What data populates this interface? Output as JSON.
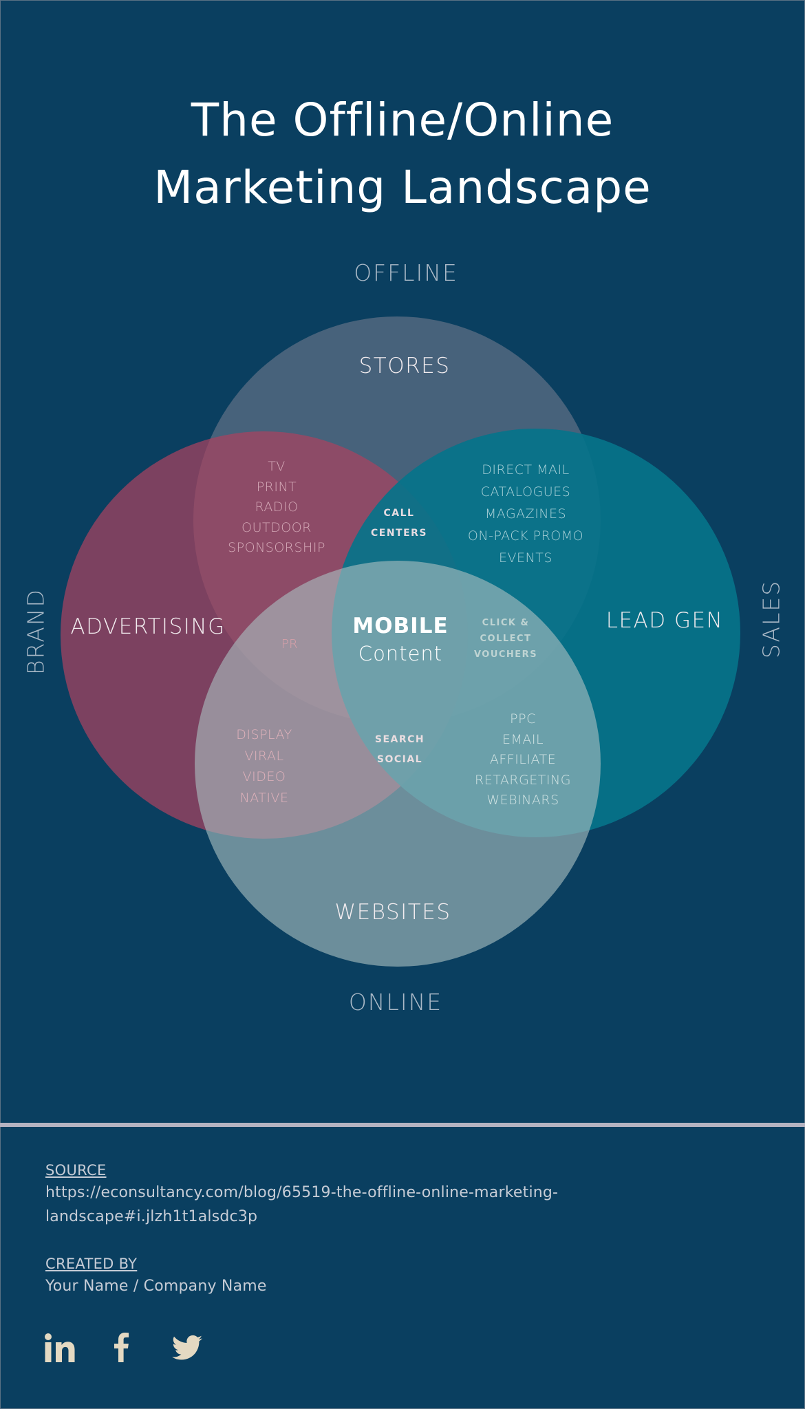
{
  "title": {
    "line1": "The Offline/Online",
    "line2": "Marketing Landscape"
  },
  "axes": {
    "top": "OFFLINE",
    "bottom": "ONLINE",
    "left": "BRAND",
    "right": "SALES"
  },
  "circles": {
    "top": {
      "label": "STORES",
      "color": "#8a8a99"
    },
    "left": {
      "label": "ADVERTISING",
      "color": "#a9435f"
    },
    "right": {
      "label": "LEAD GEN",
      "color": "#06738a"
    },
    "bottom": {
      "label": "WEBSITES",
      "color": "#93a9ab"
    }
  },
  "regions": {
    "advertising_stores": [
      "TV",
      "PRINT",
      "RADIO",
      "OUTDOOR",
      "SPONSORSHIP"
    ],
    "stores_leadgen": [
      "DIRECT MAIL",
      "CATALOGUES",
      "MAGAZINES",
      "ON-PACK PROMO",
      "EVENTS"
    ],
    "call_centers": [
      "CALL",
      "CENTERS"
    ],
    "pr": "PR",
    "center": {
      "title": "MOBILE",
      "subtitle": "Content"
    },
    "click_collect": [
      "CLICK &",
      "COLLECT",
      "VOUCHERS"
    ],
    "advertising_websites": [
      "DISPLAY",
      "VIRAL",
      "VIDEO",
      "NATIVE"
    ],
    "search_social": [
      "SEARCH",
      "SOCIAL"
    ],
    "leadgen_websites": [
      "PPC",
      "EMAIL",
      "AFFILIATE",
      "RETARGETING",
      "WEBINARS"
    ]
  },
  "footer": {
    "source_heading": "SOURCE",
    "source_line1": "https://econsultancy.com/blog/65519-the-offline-online-marketing-",
    "source_line2": "landscape#i.jlzh1t1alsdc3p",
    "created_heading": "CREATED BY",
    "created_value": "Your Name / Company Name",
    "social": [
      "linkedin-icon",
      "facebook-icon",
      "twitter-icon"
    ]
  },
  "colors": {
    "background": "#0a3f60",
    "divider": "#b5b3c1",
    "social_icon": "#e4d9c2"
  }
}
